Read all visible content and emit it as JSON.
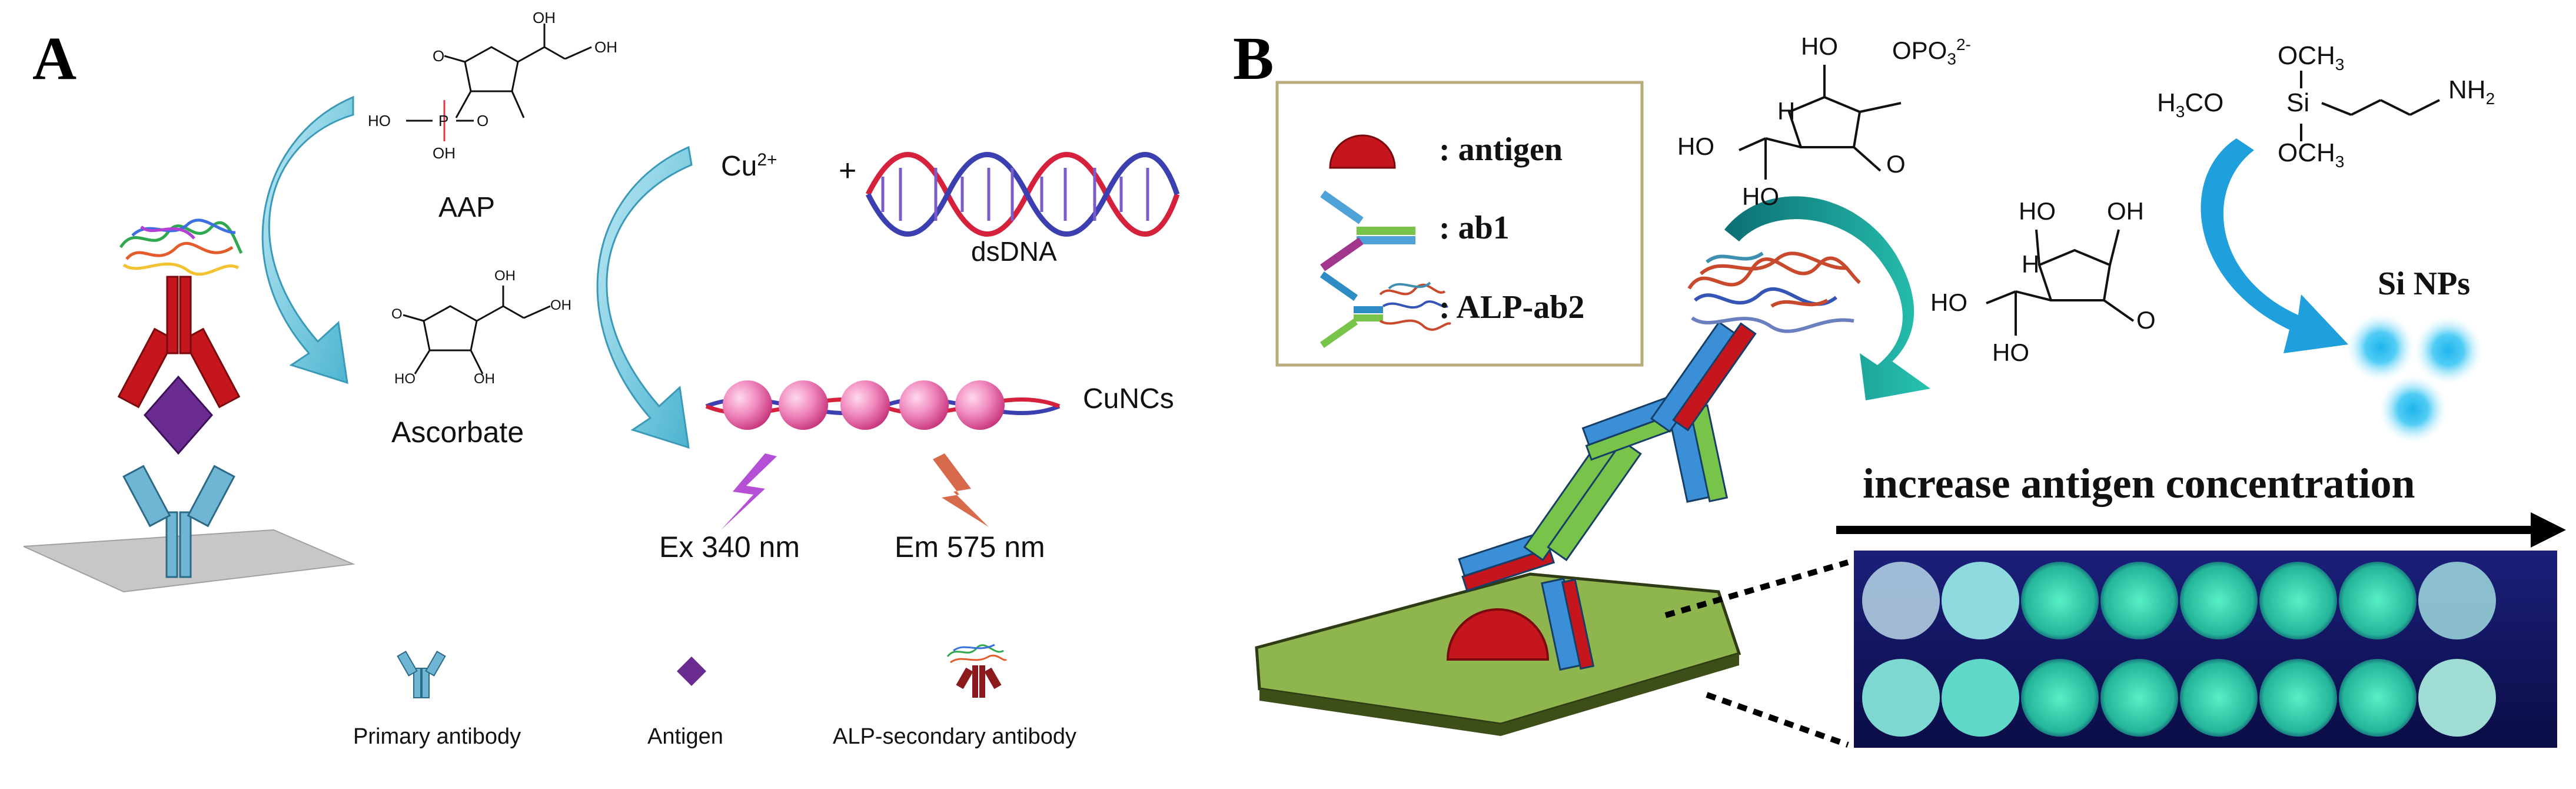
{
  "panel_a": {
    "letter": "A",
    "aap": "AAP",
    "ascorbate": "Ascorbate",
    "cu": "Cu",
    "cu_sup": "2+",
    "plus": "+",
    "dsdna": "dsDNA",
    "cuncs": "CuNCs",
    "ex": "Ex 340 nm",
    "em": "Em 575 nm",
    "legend": {
      "primary": "Primary antibody",
      "antigen": "Antigen",
      "alp_secondary": "ALP-secondary antibody"
    },
    "aap_struct": {
      "oh_top1": "OH",
      "oh_top2": "OH",
      "o_left": "O",
      "ho": "HO",
      "p": "P",
      "o_p": "O",
      "oh_bottom": "OH"
    },
    "asc_struct": {
      "o": "O",
      "oh1": "OH",
      "oh2": "OH",
      "ho": "HO",
      "oh3": "OH"
    }
  },
  "panel_b": {
    "letter": "B",
    "legend": {
      "antigen": ": antigen",
      "ab1": ": ab1",
      "alp_ab2": ": ALP-ab2"
    },
    "aap_struct": {
      "ho_top": "HO",
      "opo3": "OPO",
      "opo3_sub": "3",
      "opo3_sup": "2-",
      "h": "H",
      "ho_left": "HO",
      "ho_lower": "HO",
      "o": "O"
    },
    "asc_struct": {
      "ho1": "HO",
      "oh1": "OH",
      "h": "H",
      "ho_left": "HO",
      "ho_lower": "HO",
      "o": "O"
    },
    "silane": {
      "och3_top": "OCH",
      "sub3a": "3",
      "h3co": "H",
      "h3co_sub": "3",
      "h3co_rest": "CO",
      "si": "Si",
      "nh2": "NH",
      "nh2_sub": "2",
      "och3_bottom": "OCH",
      "sub3b": "3"
    },
    "si_nps": "Si NPs",
    "arrow_caption": "increase antigen concentration"
  },
  "colors": {
    "arrow_cyan": "#4ab3cf",
    "antibody_blue": "#5aa9c9",
    "antibody_red": "#c4161c",
    "antigen_purple": "#6b2c91",
    "bead_pink": "#e9539c",
    "glow_cyan": "#22c7f0",
    "plate_green": "#9bbf5a",
    "well_green": "#3fe0b8"
  }
}
